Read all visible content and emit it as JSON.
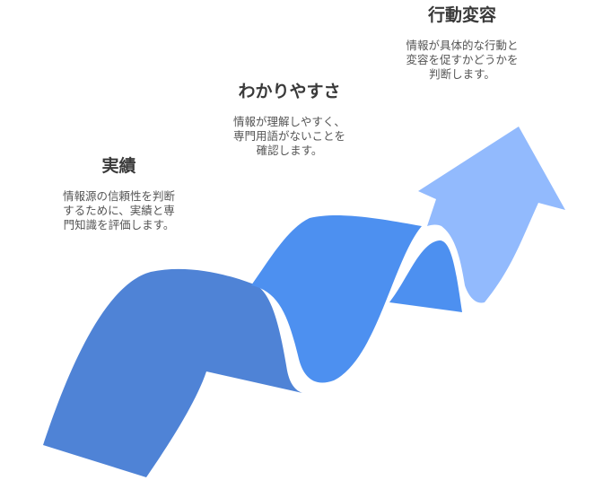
{
  "colors": {
    "segment_1": "#4f83d6",
    "segment_2": "#4d90f0",
    "segment_3": "#4d90f0",
    "arrow": "#92bafd",
    "title_text": "#3a3a3a",
    "desc_text": "#555555"
  },
  "steps": [
    {
      "title": "実績",
      "description": "情報源の信頼性を判断\nするために、実績と専\n門知識を評価します。"
    },
    {
      "title": "わかりやすさ",
      "description": "情報が理解しやすく、\n専門用語がないことを\n確認します。"
    },
    {
      "title": "行動変容",
      "description": "情報が具体的な行動と\n変容を促すかどうかを\n判断します。"
    }
  ]
}
